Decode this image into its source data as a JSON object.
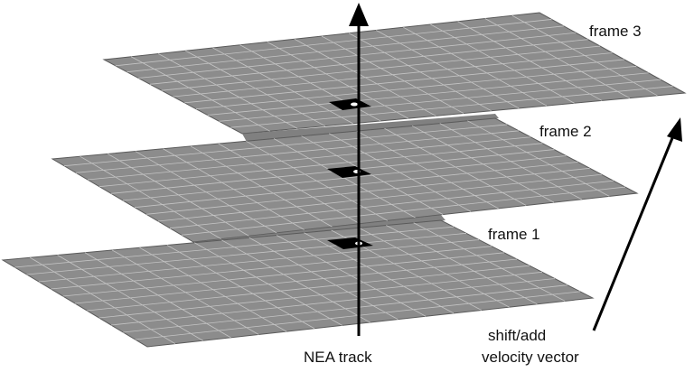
{
  "labels": {
    "frame3": "frame 3",
    "frame2": "frame 2",
    "frame1": "frame 1",
    "nea_track": "NEA track",
    "velocity_line1": "shift/add",
    "velocity_line2": "velocity vector"
  },
  "colors": {
    "frame_fill": "#8c8c8c",
    "grid_line": "#c4c4c4",
    "frame_edge": "#5a5a5a",
    "shadow": "#6a6a6a",
    "target_box": "#000000",
    "target_dot": "#ffffff",
    "arrow": "#000000"
  },
  "frames": [
    {
      "name": "frame 3",
      "rows": 12,
      "cols": 16
    },
    {
      "name": "frame 2",
      "rows": 12,
      "cols": 16
    },
    {
      "name": "frame 1",
      "rows": 12,
      "cols": 16
    }
  ]
}
